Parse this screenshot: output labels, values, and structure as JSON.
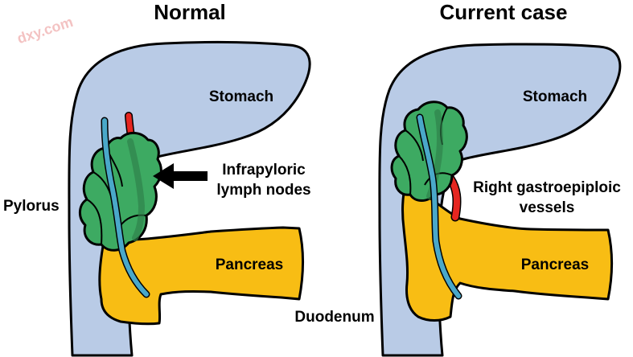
{
  "watermark": "dxy.com",
  "panels": {
    "normal": {
      "title": "Normal",
      "labels": {
        "stomach": "Stomach",
        "infrapyloric_1": "Infrapyloric",
        "infrapyloric_2": "lymph nodes",
        "pylorus": "Pylorus",
        "pancreas": "Pancreas"
      }
    },
    "current": {
      "title": "Current case",
      "labels": {
        "stomach": "Stomach",
        "vessels_1": "Right gastroepiploic",
        "vessels_2": "vessels",
        "pancreas": "Pancreas",
        "duodenum": "Duodenum"
      }
    }
  },
  "colors": {
    "stomach": "#b9cbe6",
    "pancreas": "#f8bd14",
    "lymph_node": "#3daa62",
    "vessel_red": "#e62620",
    "vessel_blue": "#4aa8c9",
    "outline": "#000000"
  }
}
